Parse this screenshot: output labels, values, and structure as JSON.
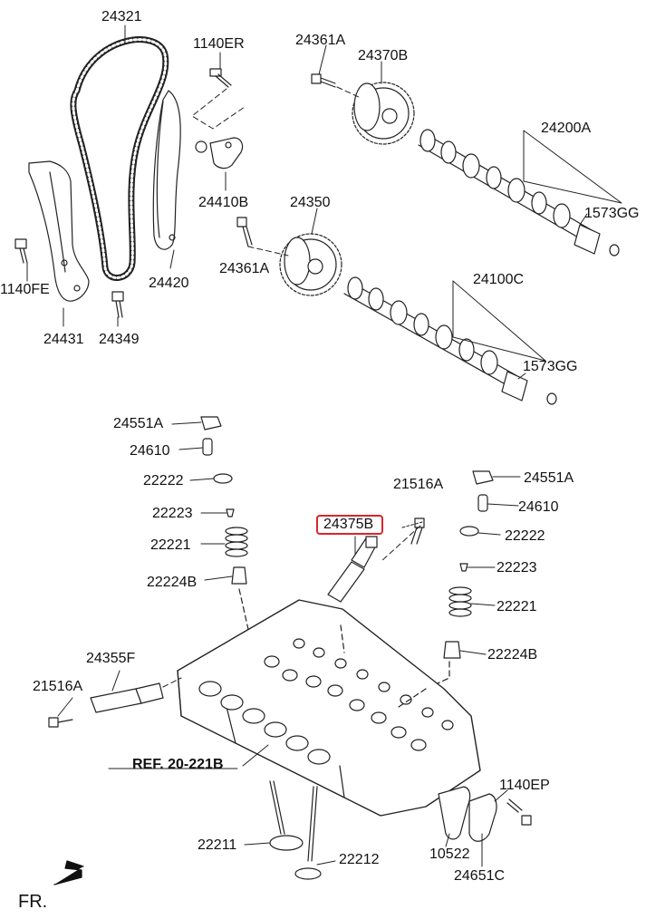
{
  "diagram": {
    "labels": {
      "p24321": "24321",
      "p1140ER": "1140ER",
      "p24361A_top": "24361A",
      "p24370B": "24370B",
      "p24200A": "24200A",
      "p1573GG_top": "1573GG",
      "p24410B": "24410B",
      "p24350": "24350",
      "p24361A_mid": "24361A",
      "p24420": "24420",
      "p1140FE": "1140FE",
      "p24431": "24431",
      "p24349": "24349",
      "p24100C": "24100C",
      "p1573GG_mid": "1573GG",
      "p24551A_left": "24551A",
      "p24610_left": "24610",
      "p22222_left": "22222",
      "p22223_left": "22223",
      "p22221_left": "22221",
      "p22224B_left": "22224B",
      "p21516A_top": "21516A",
      "p24375B": "24375B",
      "p24551A_right": "24551A",
      "p24610_right": "24610",
      "p22222_right": "22222",
      "p22223_right": "22223",
      "p22221_right": "22221",
      "p22224B_right": "22224B",
      "p24355F": "24355F",
      "p21516A_left": "21516A",
      "ref": "REF. 20-221B",
      "p1140EP": "1140EP",
      "p22211": "22211",
      "p22212": "22212",
      "p10522": "10522",
      "p24651C": "24651C",
      "fr": "FR."
    },
    "highlight_color": "#d8262b"
  }
}
